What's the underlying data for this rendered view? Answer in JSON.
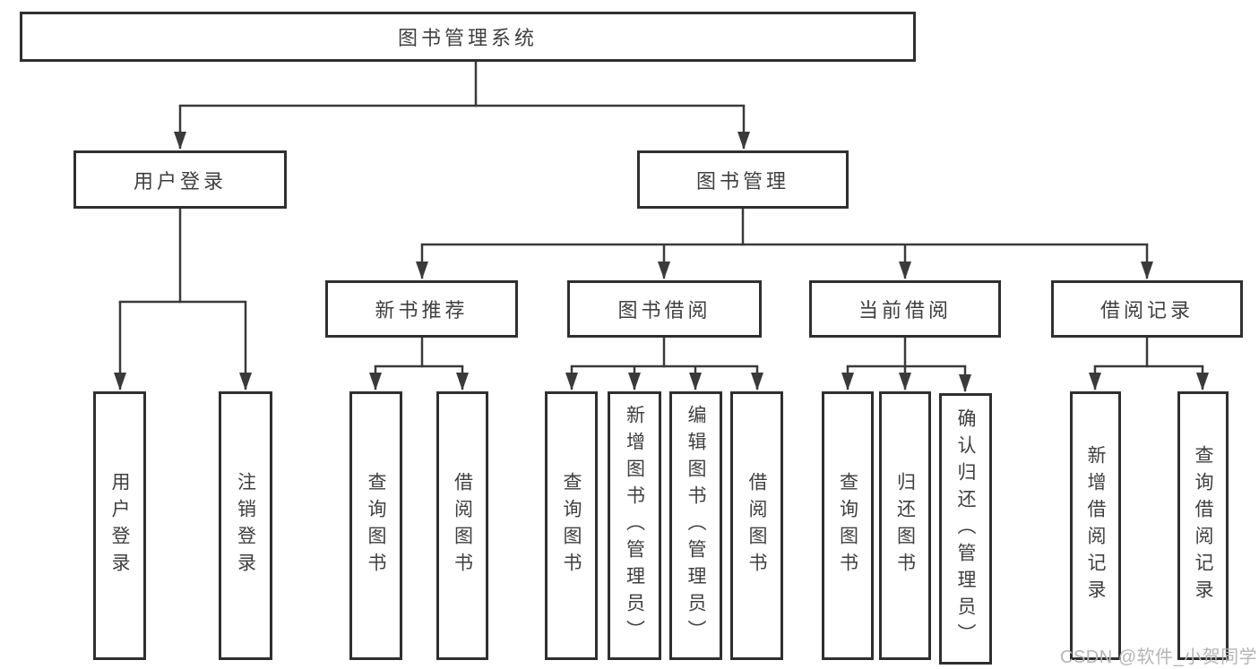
{
  "colors": {
    "background": "#ffffff",
    "line": "#3a3a3a",
    "box_border": "#2f2f2f",
    "text": "#3f3f3f",
    "watermark": "#b5b5b5"
  },
  "diagram_type": "hierarchy-tree",
  "tree": {
    "label": "图书管理系统",
    "children": [
      {
        "label": "用户登录",
        "children": [
          {
            "label": "用户登录"
          },
          {
            "label": "注销登录"
          }
        ]
      },
      {
        "label": "图书管理",
        "children": [
          {
            "label": "新书推荐",
            "children": [
              {
                "label": "查询图书"
              },
              {
                "label": "借阅图书"
              }
            ]
          },
          {
            "label": "图书借阅",
            "children": [
              {
                "label": "查询图书"
              },
              {
                "label": "新增图书（管理员）"
              },
              {
                "label": "编辑图书（管理员）"
              },
              {
                "label": "借阅图书"
              }
            ]
          },
          {
            "label": "当前借阅",
            "children": [
              {
                "label": "查询图书"
              },
              {
                "label": "归还图书"
              },
              {
                "label": "确认归还（管理员）"
              }
            ]
          },
          {
            "label": "借阅记录",
            "children": [
              {
                "label": "新增借阅记录"
              },
              {
                "label": "查询借阅记录"
              }
            ]
          }
        ]
      }
    ]
  },
  "watermark": {
    "text": "CSDN @软件_小贺同学"
  }
}
